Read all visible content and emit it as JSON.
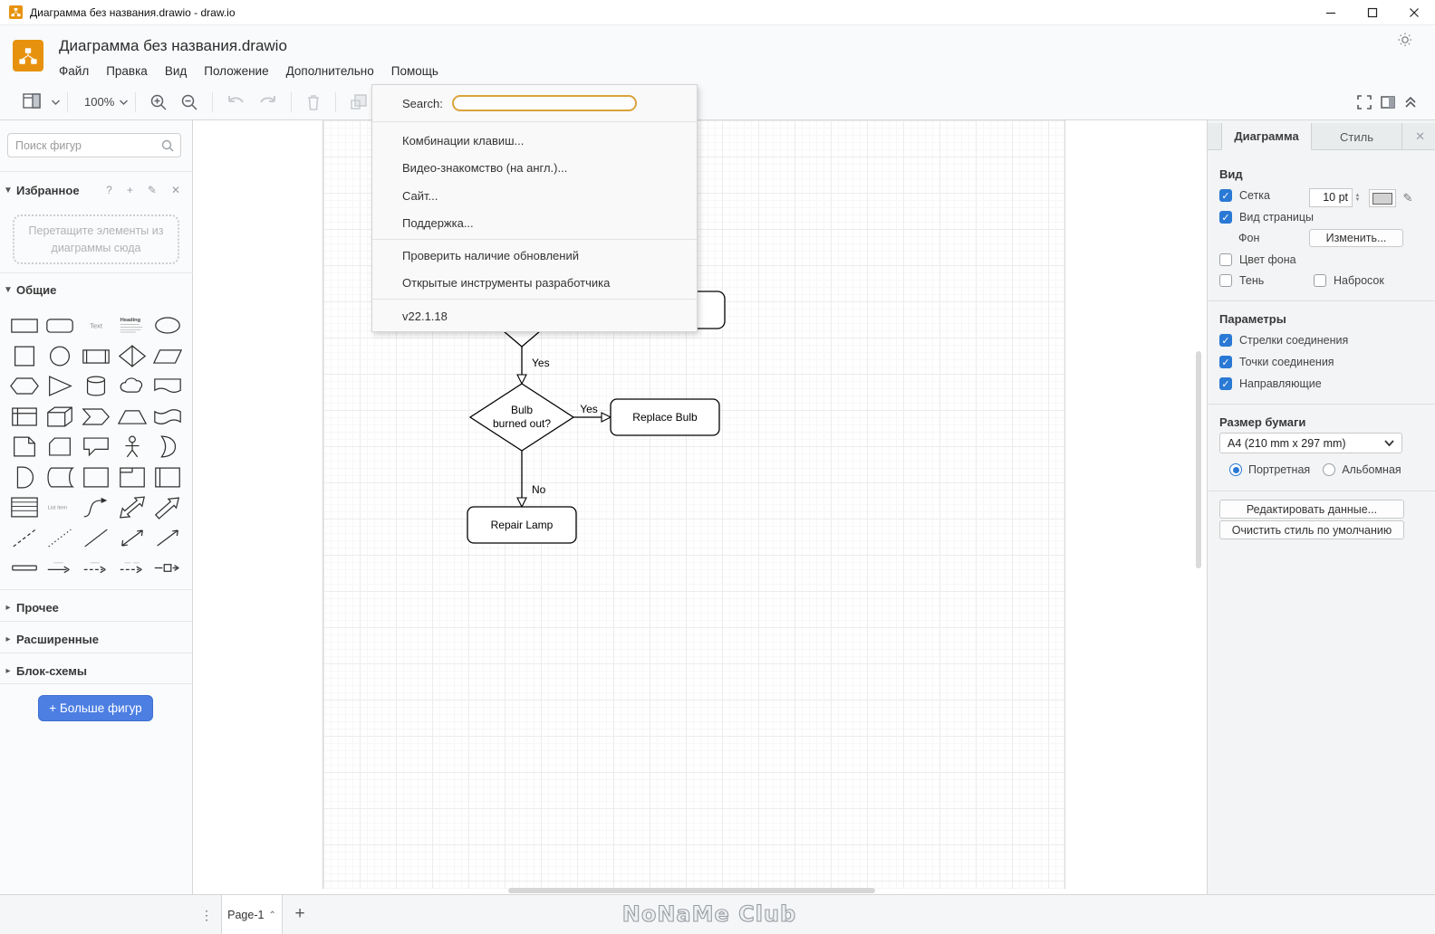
{
  "window": {
    "title": "Диаграмма без названия.drawio - draw.io"
  },
  "header": {
    "title": "Диаграмма без названия.drawio",
    "menus": [
      "Файл",
      "Правка",
      "Вид",
      "Положение",
      "Дополнительно",
      "Помощь"
    ]
  },
  "toolbar": {
    "zoom_level": "100%"
  },
  "help_menu": {
    "search_label": "Search:",
    "search_value": "",
    "groups": [
      [
        "Комбинации клавиш...",
        "Видео-знакомство (на англ.)...",
        "Сайт...",
        "Поддержка..."
      ],
      [
        "Проверить наличие обновлений",
        "Открытые инструменты разработчика"
      ]
    ],
    "version": "v22.1.18"
  },
  "sidebar": {
    "search_placeholder": "Поиск фигур",
    "favorites_title": "Избранное",
    "favorites_icons": [
      "help-icon",
      "add-icon",
      "edit-icon",
      "close-icon"
    ],
    "dropzone_text": "Перетащите элементы из диаграммы сюда",
    "general_title": "Общие",
    "collapsed_sections": [
      "Прочее",
      "Расширенные",
      "Блок-схемы"
    ],
    "more_shapes_label": "+ Больше фигур",
    "shapes": [
      "rectangle",
      "rounded-rectangle",
      "text",
      "heading",
      "ellipse",
      "square",
      "circle",
      "process",
      "diamond",
      "parallelogram",
      "hexagon",
      "triangle",
      "cylinder",
      "cloud",
      "document",
      "internal-storage",
      "cube",
      "step",
      "trapezoid",
      "tape",
      "note",
      "card",
      "callout",
      "actor",
      "or",
      "and",
      "data-storage",
      "container",
      "frame",
      "vertical-container",
      "list",
      "list-item",
      "curve",
      "bidirectional-arrow",
      "arrow",
      "dashed-line",
      "dotted-line",
      "line",
      "bidirectional-connector",
      "directional-connector",
      "link",
      "arrow-right",
      "dashed-arrow-right",
      "labeled-arrow",
      "connector-symbol"
    ]
  },
  "canvas": {
    "decision": {
      "label": "Bulb burned out?",
      "lines": [
        "Bulb",
        "burned out?"
      ]
    },
    "replace_node": "Replace Bulb",
    "repair_node": "Repair Lamp",
    "edge_labels": {
      "top": "Yes",
      "right": "Yes",
      "bottom": "No"
    }
  },
  "format_panel": {
    "tabs": [
      "Диаграмма",
      "Стиль"
    ],
    "view": {
      "title": "Вид",
      "grid_label": "Сетка",
      "grid_size": "10 pt",
      "page_view_label": "Вид страницы",
      "background_label": "Фон",
      "background_button": "Изменить...",
      "bg_color_label": "Цвет фона",
      "shadow_label": "Тень",
      "sketch_label": "Набросок"
    },
    "options": {
      "title": "Параметры",
      "items": [
        {
          "label": "Стрелки соединения",
          "checked": true
        },
        {
          "label": "Точки соединения",
          "checked": true
        },
        {
          "label": "Направляющие",
          "checked": true
        }
      ]
    },
    "paper": {
      "title": "Размер бумаги",
      "selected": "A4 (210 mm x 297 mm)",
      "portrait_label": "Портретная",
      "landscape_label": "Альбомная"
    },
    "buttons": [
      "Редактировать данные...",
      "Очистить стиль по умолчанию"
    ]
  },
  "footer": {
    "page_tab": "Page-1",
    "watermark": "NoNaMe Club"
  },
  "colors": {
    "accent_blue": "#2a79d5",
    "button_blue": "#4d7fe3",
    "logo_orange": "#e7920f",
    "focus_ring": "#d9a43b"
  }
}
